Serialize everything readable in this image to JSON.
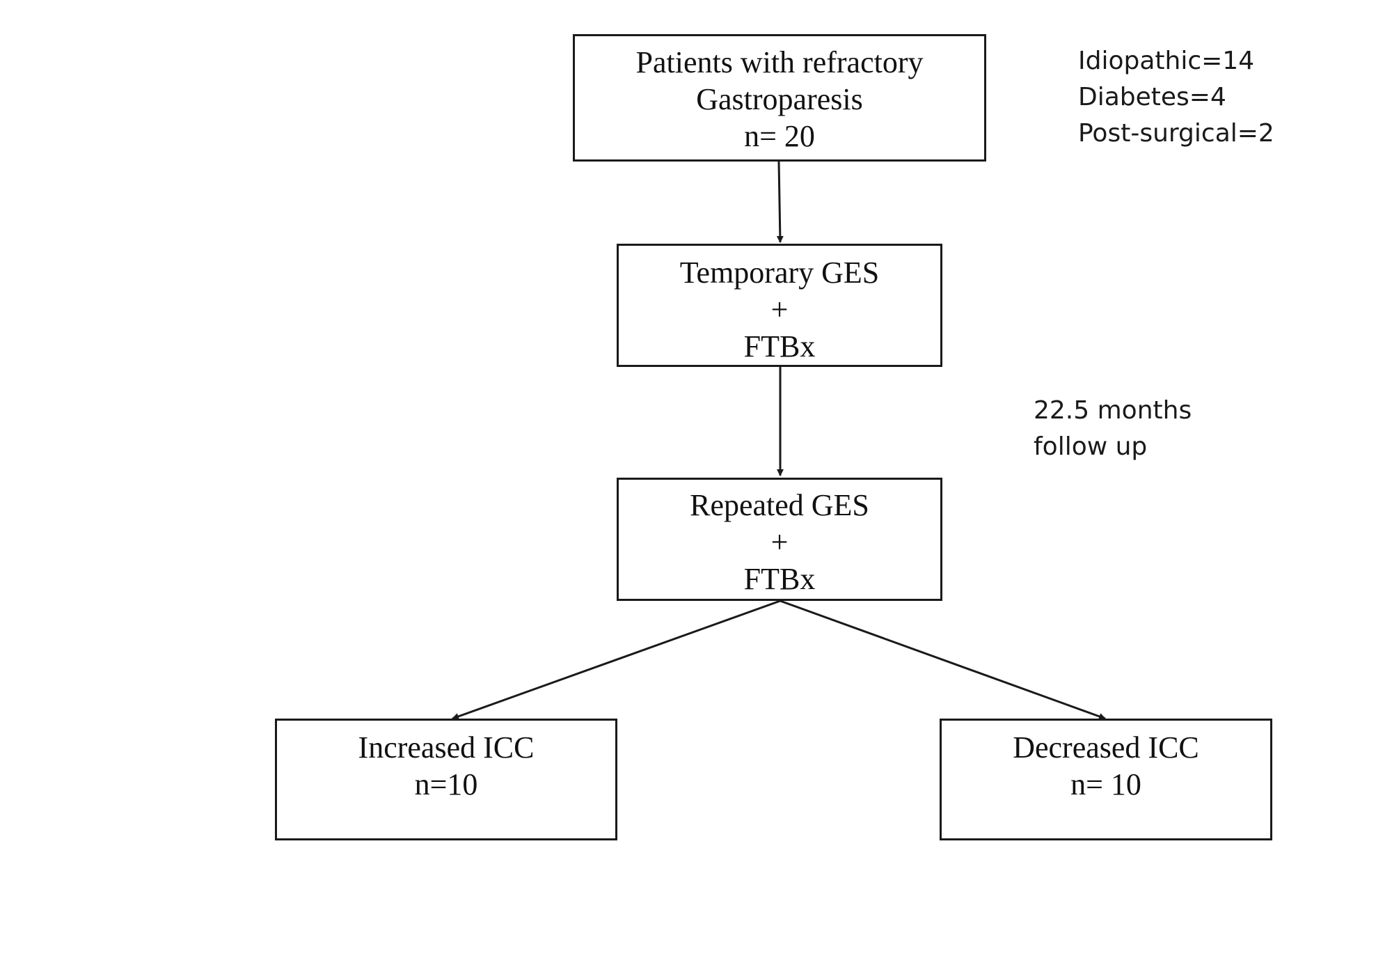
{
  "boxes": {
    "start": {
      "lines": [
        "Patients with refractory",
        "Gastroparesis",
        "n= 20"
      ]
    },
    "temporary": {
      "lines": [
        "Temporary GES",
        "+",
        "FTBx"
      ]
    },
    "repeated": {
      "lines": [
        "Repeated GES",
        "+",
        "FTBx"
      ]
    },
    "increased": {
      "lines": [
        "Increased ICC",
        "n=10"
      ]
    },
    "decreased": {
      "lines": [
        "Decreased ICC",
        "n= 10"
      ]
    }
  },
  "notes": {
    "etiology": [
      "Idiopathic=14",
      "Diabetes=4",
      "Post-surgical=2"
    ],
    "followup": [
      "22.5 months",
      "follow up"
    ]
  }
}
